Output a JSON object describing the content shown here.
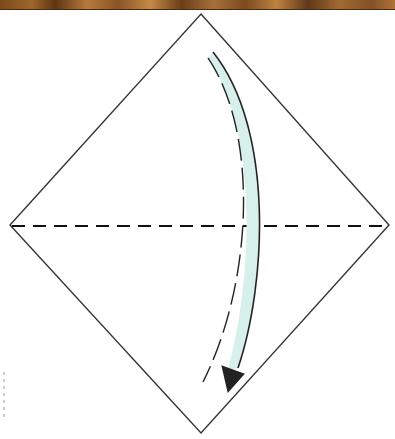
{
  "diagram": {
    "kind": "origami-fold-step",
    "shape": "square-rotated-as-diamond",
    "fold_line": "horizontal-diagonal-valley-fold",
    "fold_direction": "top-corner-down-to-bottom-corner",
    "colors": {
      "outline": "#333333",
      "fold_line": "#111111",
      "arrow": "#222222",
      "arrow_tint": "#d8f0ec",
      "paper": "#ffffff",
      "wood": "#8a5424"
    }
  }
}
